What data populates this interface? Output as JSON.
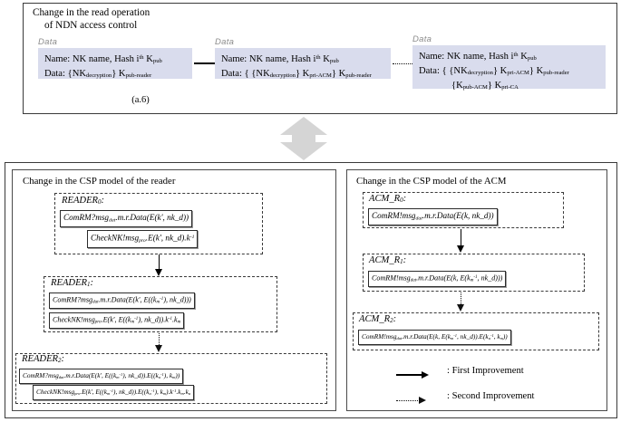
{
  "top_panel": {
    "title_line1": "Change in the read operation",
    "title_line2": "of  NDN access control",
    "caption": "(a.6)",
    "data_label": "Data",
    "stages": [
      {
        "name": "original-data",
        "name_row_label": "Name:",
        "name_row_value": "NK name, Hash i",
        "name_row_sup": "th",
        "name_row_key": "K",
        "name_row_key_sub": "pub",
        "data_row_label": "Data:",
        "data_row_value": "{NK",
        "data_row_sub1": "decryption",
        "data_row_value2": "} K",
        "data_row_sub2": "pub-reader"
      },
      {
        "name": "first-improvement-data",
        "name_row_label": "Name:",
        "name_row_value": "NK name, Hash i",
        "name_row_sup": "th",
        "name_row_key": "K",
        "name_row_key_sub": "pub",
        "data_row_label": "Data:",
        "data_row_value": "{ {NK",
        "data_row_sub1": "decryption",
        "data_row_value2": "} K",
        "data_row_sub2": "pri-ACM",
        "data_row_value3": "} K",
        "data_row_sub3": "pub-reader"
      },
      {
        "name": "second-improvement-data",
        "name_row_label": "Name:",
        "name_row_value": "NK name, Hash i",
        "name_row_sup": "th",
        "name_row_key": "K",
        "name_row_key_sub": "pub",
        "data_row_label": "Data:",
        "data_row_value": "{ {NK",
        "data_row_sub1": "decryption",
        "data_row_value2": "} K",
        "data_row_sub2": "pri-ACM",
        "data_row_value3": "} K",
        "data_row_sub3": "pub-reader",
        "data_row2_value": "{K",
        "data_row2_sub1": "pub-ACM",
        "data_row2_value2": "} K",
        "data_row2_sub2": "pri-CA"
      }
    ]
  },
  "reader_panel": {
    "title": "Change in the CSP model of the reader",
    "groups": [
      {
        "name": "READER",
        "index": "0",
        "colon": ":",
        "formulas": [
          {
            "id": "reader0-comrm",
            "parts": [
              "ComRM?msg",
              "dat",
              ".m.r.Data(E(k', nk_d))"
            ]
          },
          {
            "id": "reader0-checknk",
            "parts": [
              "CheckNK!msg",
              "pro",
              ".E(k', nk_d).k",
              "-1"
            ]
          }
        ]
      },
      {
        "name": "READER",
        "index": "1",
        "colon": ":",
        "formulas": [
          {
            "id": "reader1-comrm",
            "text": "ComRM?msg_dat.m.r.Data(E(k', E((k_m^-1), nk_d)))"
          },
          {
            "id": "reader1-checknk",
            "text": "CheckNK!msg_pro.E(k', E((k_m^-1), nk_d)).k^-1.k_m"
          }
        ]
      },
      {
        "name": "READER",
        "index": "2",
        "colon": ":",
        "formulas": [
          {
            "id": "reader2-comrm",
            "text": "ComRM?msg_dat.m.r.Data(E(k', E((k_m^-1), nk_d)).E((k_a^-1), k_m))"
          },
          {
            "id": "reader2-checknk",
            "text": "CheckNK!msg_pro.E(k', E((k_m^-1), nk_d)).E((k_a^-1), k_m).k^-1.k_m.k_a"
          }
        ]
      }
    ]
  },
  "acm_panel": {
    "title": "Change in the CSP model of the ACM",
    "groups": [
      {
        "name": "ACM_R",
        "index": "0",
        "colon": ":",
        "formulas": [
          {
            "id": "acm-r0",
            "text": "ComRM!msg_dat.m.r.Data(E(k, nk_d))"
          }
        ]
      },
      {
        "name": "ACM_R",
        "index": "1",
        "colon": ":",
        "formulas": [
          {
            "id": "acm-r1",
            "text": "ComRM!msg_dat.m.r.Data(E(k, E(k_m^-1, nk_d)))"
          }
        ]
      },
      {
        "name": "ACM_R",
        "index": "2",
        "colon": ":",
        "formulas": [
          {
            "id": "acm-r2",
            "text": "ComRM!msg_dat.m.r.Data(E(k, E(k_m^-1, nk_d)).E(k_a^-1, k_m))"
          }
        ]
      }
    ]
  },
  "legend": {
    "items": [
      {
        "marker": "solid-arrow",
        "label": ": First Improvement"
      },
      {
        "marker": "dotted-arrow",
        "label": ": Second Improvement"
      }
    ]
  },
  "colors": {
    "data_box_fill": "#d9dced",
    "frame_stroke": "#3a3a3a",
    "center_arrow": "#d5d5d5",
    "data_label_text": "#8b8b8b"
  }
}
